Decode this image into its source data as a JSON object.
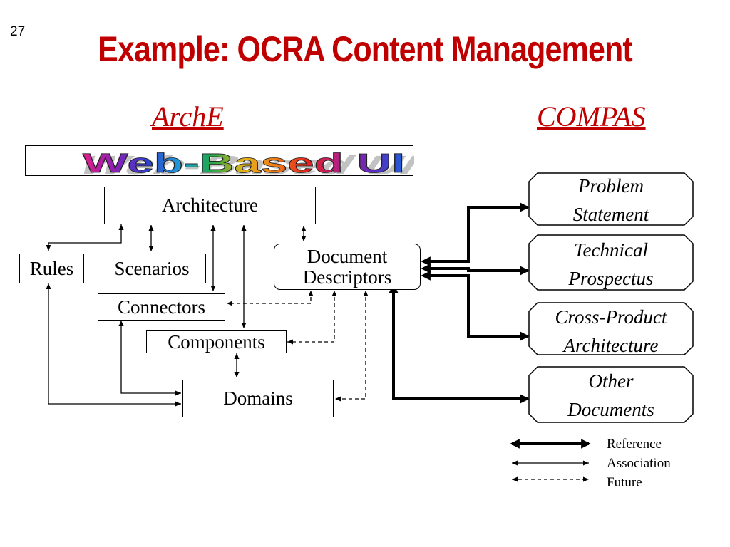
{
  "slide_number": "27",
  "title": "Example: OCRA Content Management",
  "headings": {
    "left": "ArchE",
    "right": "COMPAS"
  },
  "banner": {
    "text": "Web-Based UI",
    "colors": [
      "#e0218a",
      "#8b1fb5",
      "#2f3fd0",
      "#1f9bd6",
      "#1fa84a",
      "#e8b21a",
      "#f07a16",
      "#e52222",
      "#b01f8a",
      "#5b2bc0",
      "#2060d8"
    ]
  },
  "nodes": {
    "architecture": "Architecture",
    "rules": "Rules",
    "scenarios": "Scenarios",
    "connectors": "Connectors",
    "components": "Components",
    "domains": "Domains",
    "document_descriptors": [
      "Document",
      "Descriptors"
    ]
  },
  "documents": [
    {
      "lines": [
        "Problem",
        "Statement"
      ]
    },
    {
      "lines": [
        "Technical",
        "Prospectus"
      ]
    },
    {
      "lines": [
        "Cross-Product",
        "Architecture"
      ]
    },
    {
      "lines": [
        "Other",
        "Documents"
      ]
    }
  ],
  "legend": {
    "reference": "Reference",
    "association": "Association",
    "future": "Future"
  }
}
